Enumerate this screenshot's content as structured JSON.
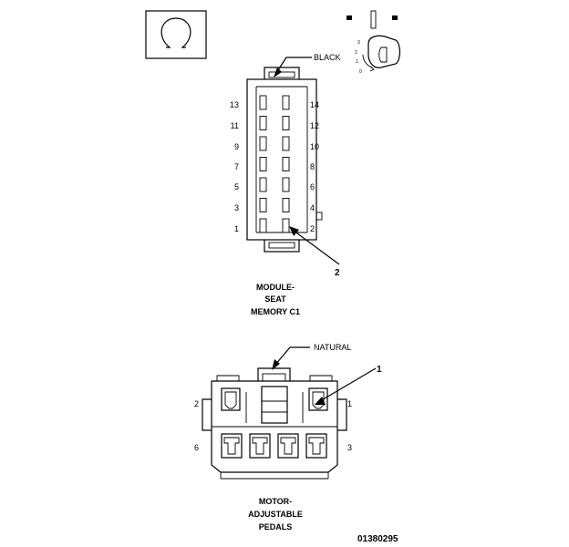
{
  "connector_c1": {
    "color_label": "BLACK",
    "pin_labels_left": [
      "13",
      "11",
      "9",
      "7",
      "5",
      "3",
      "1"
    ],
    "pin_labels_right": [
      "14",
      "12",
      "10",
      "8",
      "6",
      "4",
      "2"
    ],
    "callout": "2",
    "caption_lines": [
      "MODULE-",
      "SEAT",
      "MEMORY C1"
    ]
  },
  "connector_pedals": {
    "color_label": "NATURAL",
    "pin_labels": {
      "top_left": "2",
      "top_right": "1",
      "bottom_left": "6",
      "bottom_right": "3"
    },
    "callout": "1",
    "caption_lines": [
      "MOTOR-",
      "ADJUSTABLE",
      "PEDALS"
    ]
  },
  "key_icon": {
    "labels": [
      "3",
      "2",
      "1",
      "0"
    ]
  },
  "figure_number": "01380295"
}
